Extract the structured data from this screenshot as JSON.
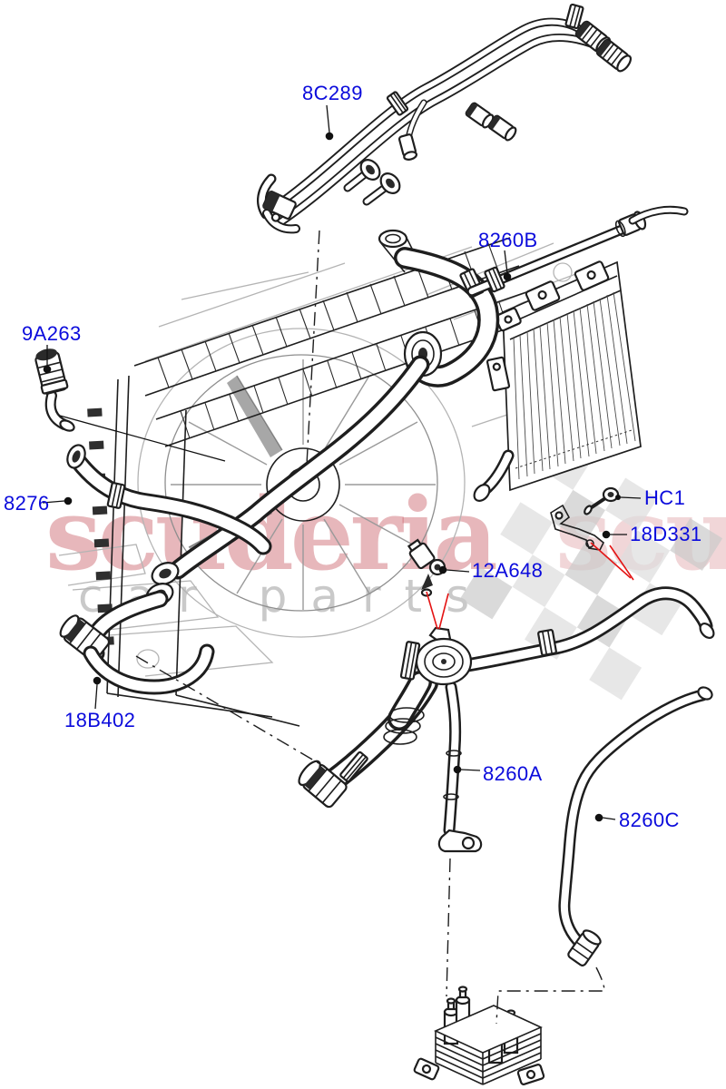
{
  "watermark": {
    "brand": "scuderia",
    "tagline": "car parts"
  },
  "colors": {
    "label_text": "#0b0bdc",
    "pointer_red": "#e41414",
    "line_ink": "#1e1e1e",
    "watermark_pink": "#c6545e",
    "watermark_gray": "#a5a5a5",
    "checker_light": "#dedede",
    "checker_dark": "#cbcbcb"
  },
  "parts": [
    {
      "code": "8C289"
    },
    {
      "code": "8260B"
    },
    {
      "code": "9A263"
    },
    {
      "code": "8276"
    },
    {
      "code": "18B402"
    },
    {
      "code": "12A648"
    },
    {
      "code": "HC1"
    },
    {
      "code": "18D331"
    },
    {
      "code": "8260A"
    },
    {
      "code": "8260C"
    }
  ]
}
